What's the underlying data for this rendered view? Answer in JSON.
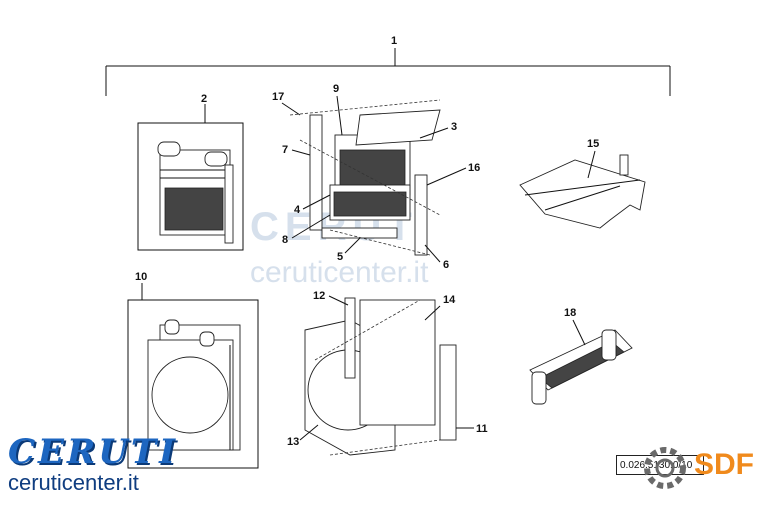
{
  "callouts": {
    "c1": "1",
    "c2": "2",
    "c3": "3",
    "c4": "4",
    "c5": "5",
    "c6": "6",
    "c7": "7",
    "c8": "8",
    "c9": "9",
    "c10": "10",
    "c11": "11",
    "c12": "12",
    "c13": "13",
    "c14": "14",
    "c15": "15",
    "c16": "16",
    "c17": "17",
    "c18": "18"
  },
  "watermark": {
    "brand": "CERUTI",
    "url": "ceruticenter.it"
  },
  "logo": {
    "brand": "CERUTI",
    "url": "ceruticenter.it",
    "brand_color": "#1d66c0"
  },
  "reference_code": "0.026.5130.0/10",
  "sdf_logo": {
    "text": "SDF",
    "color": "#f08a1c",
    "icon": "gear-icon"
  }
}
